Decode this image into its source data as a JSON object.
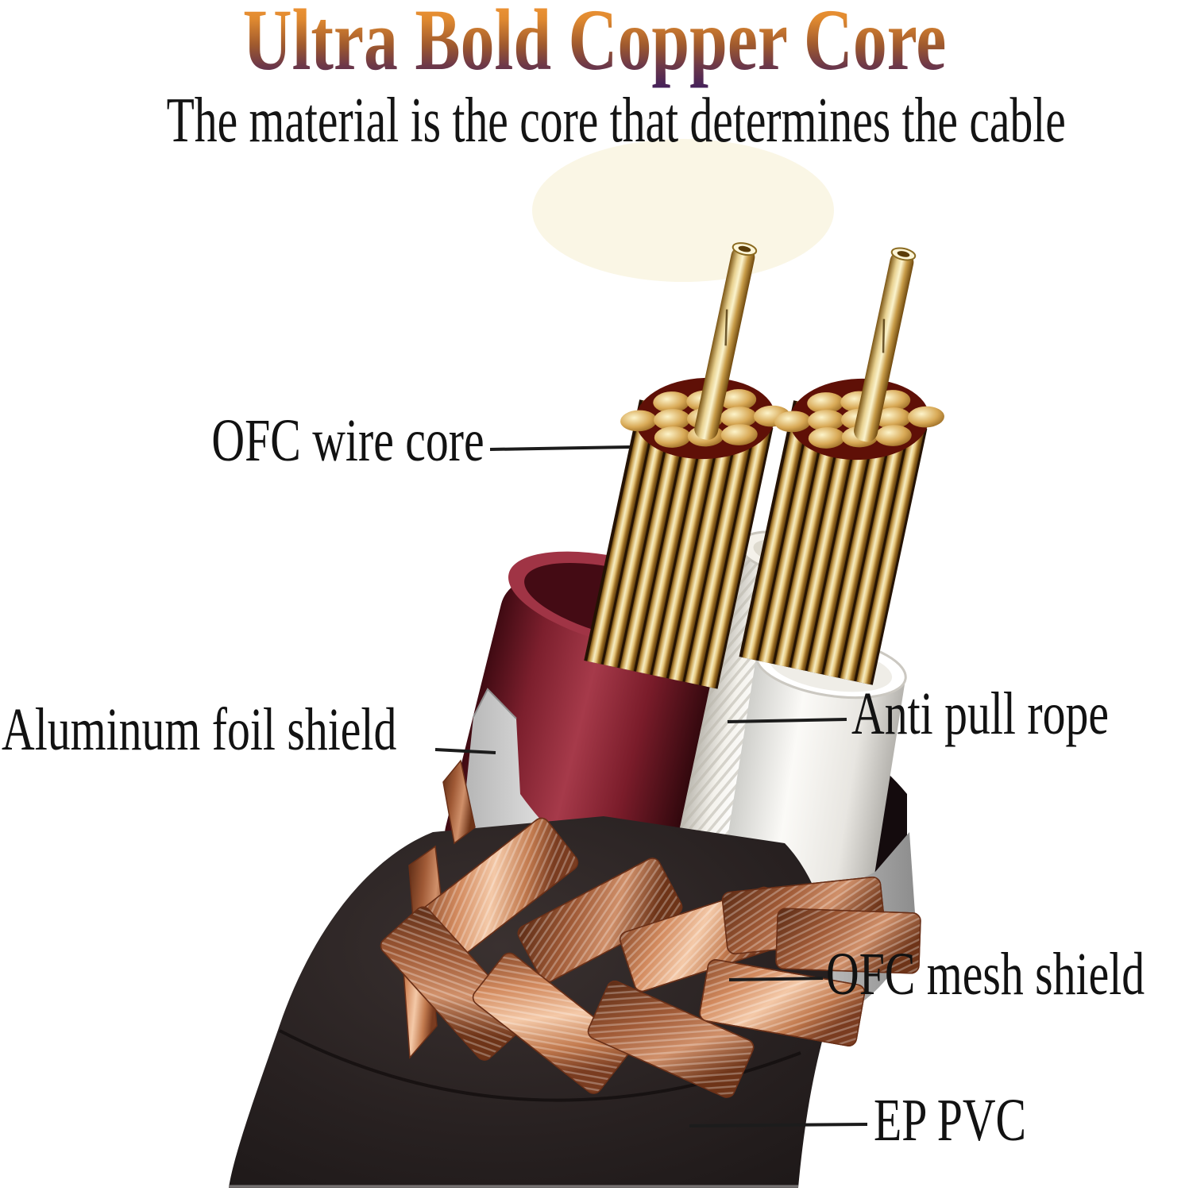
{
  "header": {
    "title": "Ultra Bold Copper Core",
    "subtitle": "The material is the core that determines the cable"
  },
  "labels": [
    {
      "id": "ofc-wire-core",
      "text": "OFC wire core",
      "side": "left"
    },
    {
      "id": "aluminum-foil-shield",
      "text": "Aluminum foil shield",
      "side": "left"
    },
    {
      "id": "anti-pull-rope",
      "text": "Anti pull rope",
      "side": "right"
    },
    {
      "id": "ofc-mesh-shield",
      "text": "OFC mesh shield",
      "side": "right"
    },
    {
      "id": "ep-pvc",
      "text": "EP PVC",
      "side": "right"
    }
  ],
  "colors": {
    "title_gradient_top": "#f79a38",
    "title_gradient_bottom": "#44205a",
    "text": "#141414",
    "leader_line": "#1c1c1c",
    "copper_strand": "#d9b36a",
    "red_foil_shield": "#8e2433",
    "anti_pull_rope": "#f2f0ec",
    "silver_foil": "#d9d9d9",
    "ofc_mesh_copper": "#cf8a62",
    "ep_pvc_jacket": "#241e1e"
  }
}
